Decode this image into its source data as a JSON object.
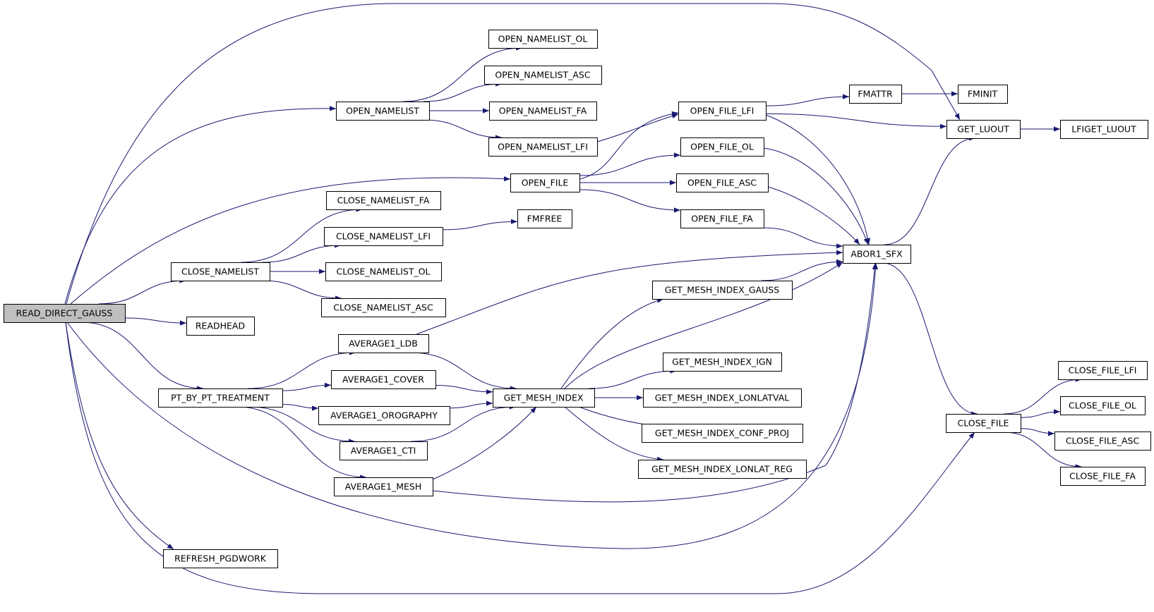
{
  "diagram": {
    "type": "call-graph",
    "colors": {
      "edge": "#191970",
      "node_border": "#000000",
      "node_fill": "#ffffff",
      "root_fill": "#bfbfbf"
    },
    "nodes": [
      {
        "id": "read_direct_gauss",
        "label": "READ_DIRECT_GAUSS",
        "root": true
      },
      {
        "id": "open_namelist",
        "label": "OPEN_NAMELIST"
      },
      {
        "id": "open_namelist_ol",
        "label": "OPEN_NAMELIST_OL"
      },
      {
        "id": "open_namelist_asc",
        "label": "OPEN_NAMELIST_ASC"
      },
      {
        "id": "open_namelist_fa",
        "label": "OPEN_NAMELIST_FA"
      },
      {
        "id": "open_namelist_lfi",
        "label": "OPEN_NAMELIST_LFI"
      },
      {
        "id": "open_file",
        "label": "OPEN_FILE"
      },
      {
        "id": "open_file_lfi",
        "label": "OPEN_FILE_LFI"
      },
      {
        "id": "open_file_ol",
        "label": "OPEN_FILE_OL"
      },
      {
        "id": "open_file_asc",
        "label": "OPEN_FILE_ASC"
      },
      {
        "id": "open_file_fa",
        "label": "OPEN_FILE_FA"
      },
      {
        "id": "fmattr",
        "label": "FMATTR"
      },
      {
        "id": "fminit",
        "label": "FMINIT"
      },
      {
        "id": "get_luout",
        "label": "GET_LUOUT"
      },
      {
        "id": "lfiget_luout",
        "label": "LFIGET_LUOUT"
      },
      {
        "id": "close_namelist",
        "label": "CLOSE_NAMELIST"
      },
      {
        "id": "close_namelist_fa",
        "label": "CLOSE_NAMELIST_FA"
      },
      {
        "id": "close_namelist_lfi",
        "label": "CLOSE_NAMELIST_LFI"
      },
      {
        "id": "close_namelist_ol",
        "label": "CLOSE_NAMELIST_OL"
      },
      {
        "id": "close_namelist_asc",
        "label": "CLOSE_NAMELIST_ASC"
      },
      {
        "id": "fmfree",
        "label": "FMFREE"
      },
      {
        "id": "readhead",
        "label": "READHEAD"
      },
      {
        "id": "abor1_sfx",
        "label": "ABOR1_SFX"
      },
      {
        "id": "average1_ldb",
        "label": "AVERAGE1_LDB"
      },
      {
        "id": "average1_cover",
        "label": "AVERAGE1_COVER"
      },
      {
        "id": "average1_orography",
        "label": "AVERAGE1_OROGRAPHY"
      },
      {
        "id": "average1_cti",
        "label": "AVERAGE1_CTI"
      },
      {
        "id": "average1_mesh",
        "label": "AVERAGE1_MESH"
      },
      {
        "id": "pt_by_pt_treatment",
        "label": "PT_BY_PT_TREATMENT"
      },
      {
        "id": "get_mesh_index",
        "label": "GET_MESH_INDEX"
      },
      {
        "id": "get_mesh_index_gauss",
        "label": "GET_MESH_INDEX_GAUSS"
      },
      {
        "id": "get_mesh_index_ign",
        "label": "GET_MESH_INDEX_IGN"
      },
      {
        "id": "get_mesh_index_lonlatval",
        "label": "GET_MESH_INDEX_LONLATVAL"
      },
      {
        "id": "get_mesh_index_conf_proj",
        "label": "GET_MESH_INDEX_CONF_PROJ"
      },
      {
        "id": "get_mesh_index_lonlat_reg",
        "label": "GET_MESH_INDEX_LONLAT_REG"
      },
      {
        "id": "refresh_pgdwork",
        "label": "REFRESH_PGDWORK"
      },
      {
        "id": "close_file",
        "label": "CLOSE_FILE"
      },
      {
        "id": "close_file_lfi",
        "label": "CLOSE_FILE_LFI"
      },
      {
        "id": "close_file_ol",
        "label": "CLOSE_FILE_OL"
      },
      {
        "id": "close_file_asc",
        "label": "CLOSE_FILE_ASC"
      },
      {
        "id": "close_file_fa",
        "label": "CLOSE_FILE_FA"
      }
    ],
    "edges": [
      [
        "read_direct_gauss",
        "open_namelist"
      ],
      [
        "read_direct_gauss",
        "open_file"
      ],
      [
        "read_direct_gauss",
        "close_namelist"
      ],
      [
        "read_direct_gauss",
        "readhead"
      ],
      [
        "read_direct_gauss",
        "pt_by_pt_treatment"
      ],
      [
        "read_direct_gauss",
        "refresh_pgdwork"
      ],
      [
        "read_direct_gauss",
        "get_luout"
      ],
      [
        "read_direct_gauss",
        "abor1_sfx"
      ],
      [
        "read_direct_gauss",
        "close_file"
      ],
      [
        "open_namelist",
        "open_namelist_ol"
      ],
      [
        "open_namelist",
        "open_namelist_asc"
      ],
      [
        "open_namelist",
        "open_namelist_fa"
      ],
      [
        "open_namelist",
        "open_namelist_lfi"
      ],
      [
        "open_namelist_lfi",
        "open_file_lfi"
      ],
      [
        "open_file",
        "open_file_lfi"
      ],
      [
        "open_file",
        "open_file_ol"
      ],
      [
        "open_file",
        "open_file_asc"
      ],
      [
        "open_file",
        "open_file_fa"
      ],
      [
        "open_file_lfi",
        "fmattr"
      ],
      [
        "open_file_lfi",
        "get_luout"
      ],
      [
        "open_file_lfi",
        "abor1_sfx"
      ],
      [
        "fmattr",
        "fminit"
      ],
      [
        "get_luout",
        "lfiget_luout"
      ],
      [
        "open_file_ol",
        "abor1_sfx"
      ],
      [
        "open_file_asc",
        "abor1_sfx"
      ],
      [
        "open_file_fa",
        "abor1_sfx"
      ],
      [
        "close_namelist",
        "close_namelist_fa"
      ],
      [
        "close_namelist",
        "close_namelist_lfi"
      ],
      [
        "close_namelist",
        "close_namelist_ol"
      ],
      [
        "close_namelist",
        "close_namelist_asc"
      ],
      [
        "close_namelist_lfi",
        "fmfree"
      ],
      [
        "abor1_sfx",
        "get_luout"
      ],
      [
        "abor1_sfx",
        "close_file"
      ],
      [
        "pt_by_pt_treatment",
        "average1_ldb"
      ],
      [
        "pt_by_pt_treatment",
        "average1_cover"
      ],
      [
        "pt_by_pt_treatment",
        "average1_orography"
      ],
      [
        "pt_by_pt_treatment",
        "average1_cti"
      ],
      [
        "pt_by_pt_treatment",
        "average1_mesh"
      ],
      [
        "average1_ldb",
        "abor1_sfx"
      ],
      [
        "average1_ldb",
        "get_mesh_index"
      ],
      [
        "average1_cover",
        "get_mesh_index"
      ],
      [
        "average1_orography",
        "get_mesh_index"
      ],
      [
        "average1_cti",
        "get_mesh_index"
      ],
      [
        "average1_mesh",
        "get_mesh_index"
      ],
      [
        "average1_mesh",
        "abor1_sfx"
      ],
      [
        "get_mesh_index",
        "get_mesh_index_gauss"
      ],
      [
        "get_mesh_index",
        "abor1_sfx"
      ],
      [
        "get_mesh_index",
        "get_mesh_index_ign"
      ],
      [
        "get_mesh_index",
        "get_mesh_index_lonlatval"
      ],
      [
        "get_mesh_index",
        "get_mesh_index_conf_proj"
      ],
      [
        "get_mesh_index",
        "get_mesh_index_lonlat_reg"
      ],
      [
        "get_mesh_index_gauss",
        "abor1_sfx"
      ],
      [
        "close_file",
        "close_file_lfi"
      ],
      [
        "close_file",
        "close_file_ol"
      ],
      [
        "close_file",
        "close_file_asc"
      ],
      [
        "close_file",
        "close_file_fa"
      ]
    ]
  }
}
